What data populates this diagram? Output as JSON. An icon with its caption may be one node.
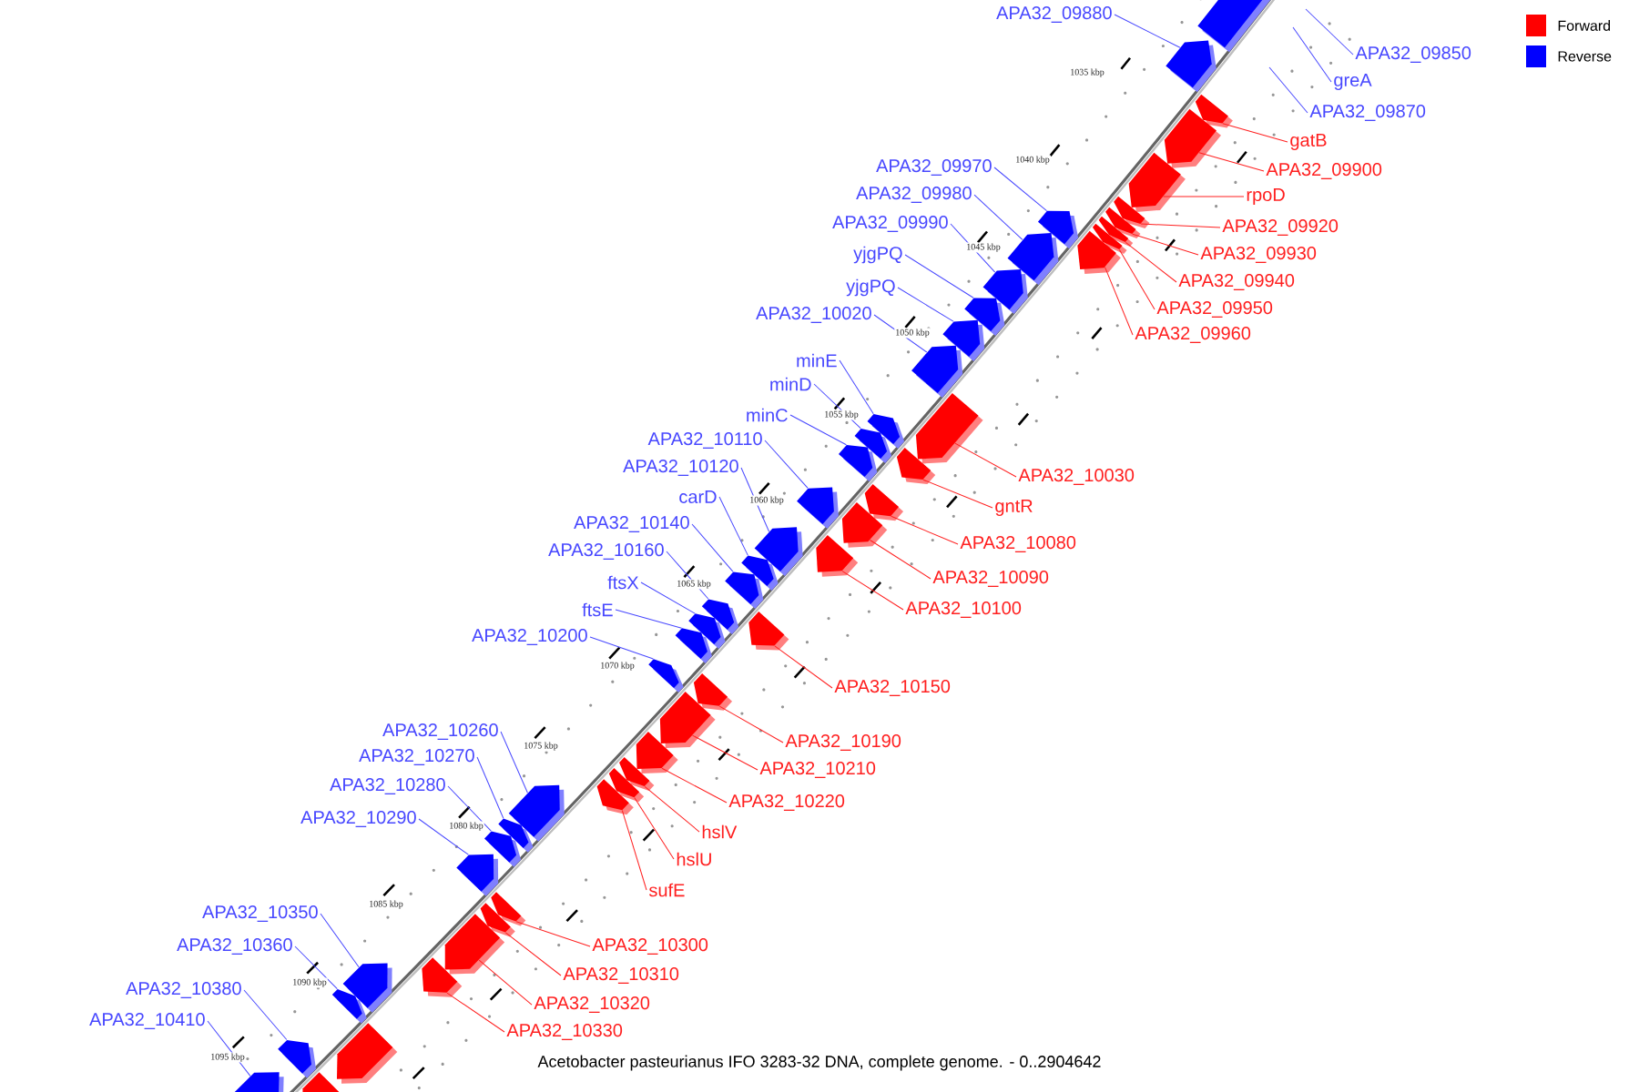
{
  "diagram": {
    "caption": "Acetobacter pasteurianus IFO 3283-32 DNA, complete genome. - 0..2904642",
    "nodes": [
      {
        "text": [
          "APA32_09880"
        ]
      },
      {
        "text": [
          "APA32_09850"
        ]
      },
      {
        "text": [
          "greA"
        ]
      },
      {
        "text": [
          "APA32_09870"
        ]
      },
      {
        "text": [
          "gatB"
        ]
      },
      {
        "text": [
          "APA32_09970"
        ]
      },
      {
        "text": [
          "APA32_09900"
        ]
      },
      {
        "text": [
          "APA32_09980"
        ]
      },
      {
        "text": [
          "rpoD"
        ]
      },
      {
        "text": [
          "APA32_09990"
        ]
      },
      {
        "text": [
          "APA32_09920"
        ]
      },
      {
        "text": [
          "yjgPQ"
        ]
      },
      {
        "text": [
          "APA32_09930"
        ]
      },
      {
        "text": [
          "APA32_09940"
        ]
      },
      {
        "text": [
          "yjgPQ"
        ]
      },
      {
        "text": [
          "APA32_09950"
        ]
      },
      {
        "text": [
          "APA32_10020"
        ]
      },
      {
        "text": [
          "APA32_09960"
        ]
      },
      {
        "text": [
          "minE"
        ]
      },
      {
        "text": [
          "minD"
        ]
      },
      {
        "text": [
          "minC"
        ]
      },
      {
        "text": [
          "APA32_10110"
        ]
      },
      {
        "text": [
          "APA32_10120"
        ]
      },
      {
        "text": [
          "APA32_10030"
        ]
      },
      {
        "text": [
          "carD"
        ]
      },
      {
        "text": [
          "gntR"
        ]
      },
      {
        "text": [
          "APA32_10140"
        ]
      },
      {
        "text": [
          "APA32_10080"
        ]
      },
      {
        "text": [
          "APA32_10160"
        ]
      },
      {
        "text": [
          "APA32_10090"
        ]
      },
      {
        "text": [
          "ftsX"
        ]
      },
      {
        "text": [
          "APA32_10100"
        ]
      },
      {
        "text": [
          "ftsE"
        ]
      },
      {
        "text": [
          "APA32_10200"
        ]
      },
      {
        "text": [
          "APA32_10150"
        ]
      },
      {
        "text": [
          "APA32_10260"
        ]
      },
      {
        "text": [
          "APA32_10190"
        ]
      },
      {
        "text": [
          "APA32_10270"
        ]
      },
      {
        "text": [
          "APA32_10210"
        ]
      },
      {
        "text": [
          "APA32_10280"
        ]
      },
      {
        "text": [
          "APA32_10220"
        ]
      },
      {
        "text": [
          "APA32_10290"
        ]
      },
      {
        "text": [
          "hslV"
        ]
      },
      {
        "text": [
          "hslU"
        ]
      },
      {
        "text": [
          "sufE"
        ]
      },
      {
        "text": [
          "APA32_10350"
        ]
      },
      {
        "text": [
          "APA32_10360"
        ]
      },
      {
        "text": [
          "APA32_10300"
        ]
      },
      {
        "text": [
          "APA32_10310"
        ]
      },
      {
        "text": [
          "APA32_10380"
        ]
      },
      {
        "text": [
          "APA32_10320"
        ]
      },
      {
        "text": [
          "APA32_10410"
        ]
      },
      {
        "text": [
          "APA32_10330"
        ]
      },
      {
        "text": [],
        "shape": "arrow"
      },
      {
        "text": [],
        "shape": "arrow"
      },
      {
        "text": [],
        "shape": "arrow"
      },
      {
        "text": [],
        "shape": "arrow"
      },
      {
        "text": [],
        "shape": "arrow"
      },
      {
        "text": [],
        "shape": "arrow"
      },
      {
        "text": [],
        "shape": "arrow"
      },
      {
        "text": [],
        "shape": "arrow"
      },
      {
        "text": [],
        "shape": "arrow"
      },
      {
        "text": [],
        "shape": "arrow"
      },
      {
        "text": [],
        "shape": "arrow"
      },
      {
        "text": [],
        "shape": "arrow"
      },
      {
        "text": [],
        "shape": "arrow"
      },
      {
        "text": [],
        "shape": "arrow"
      },
      {
        "text": [],
        "shape": "arrow"
      },
      {
        "text": [],
        "shape": "arrow"
      },
      {
        "text": [],
        "shape": "arrow"
      },
      {
        "text": [],
        "shape": "arrow"
      },
      {
        "text": [],
        "shape": "arrow"
      },
      {
        "text": [],
        "shape": "arrow"
      },
      {
        "text": [],
        "shape": "arrow"
      },
      {
        "text": [],
        "shape": "arrow"
      },
      {
        "text": [],
        "shape": "arrow"
      },
      {
        "text": [],
        "shape": "arrow"
      },
      {
        "text": [],
        "shape": "arrow"
      },
      {
        "text": [],
        "shape": "arrow"
      },
      {
        "text": [],
        "shape": "arrow"
      },
      {
        "text": [],
        "shape": "arrow"
      },
      {
        "text": [],
        "shape": "arrow"
      },
      {
        "text": [],
        "shape": "arrow"
      },
      {
        "text": [],
        "shape": "arrow"
      },
      {
        "text": [],
        "shape": "arrow"
      },
      {
        "text": [],
        "shape": "arrow"
      },
      {
        "text": [],
        "shape": "arrow"
      },
      {
        "text": [],
        "shape": "arrow"
      },
      {
        "text": [],
        "shape": "arrow"
      },
      {
        "text": [],
        "shape": "arrow"
      },
      {
        "text": [],
        "shape": "arrow"
      },
      {
        "text": [],
        "shape": "arrow"
      },
      {
        "text": [],
        "shape": "arrow"
      },
      {
        "text": [],
        "shape": "arrow"
      },
      {
        "text": [],
        "shape": "arrow"
      },
      {
        "text": [],
        "shape": "arrow"
      },
      {
        "text": [],
        "shape": "arrow"
      },
      {
        "text": [],
        "shape": "arrow"
      },
      {
        "text": [],
        "shape": "arrow"
      },
      {
        "text": [],
        "shape": "arrow"
      },
      {
        "text": [],
        "shape": "arrow"
      },
      {
        "text": [],
        "shape": "arrow"
      },
      {
        "text": [],
        "shape": "arrow"
      },
      {
        "text": [],
        "shape": "arrow"
      },
      {
        "text": [],
        "shape": "arrow"
      },
      {
        "text": [],
        "shape": "arrow"
      }
    ],
    "edges": [
      {
        "from": 0,
        "to": 54,
        "arrow": "none"
      },
      {
        "from": 1,
        "to": null,
        "arrow": "none"
      },
      {
        "from": 2,
        "to": null,
        "arrow": "none"
      },
      {
        "from": 3,
        "to": null,
        "arrow": "none"
      },
      {
        "from": 4,
        "to": 55,
        "arrow": "none",
        "color": "#ff2020"
      },
      {
        "from": 5,
        "to": 62,
        "arrow": "none"
      },
      {
        "from": 6,
        "to": 56,
        "arrow": "none",
        "color": "#ff2020"
      },
      {
        "from": 7,
        "to": 64,
        "arrow": "none"
      },
      {
        "from": 8,
        "to": 57,
        "arrow": "none",
        "color": "#ff2020"
      },
      {
        "from": 9,
        "to": 65,
        "arrow": "none"
      },
      {
        "from": 10,
        "to": 58,
        "arrow": "none",
        "color": "#ff2020"
      },
      {
        "from": 11,
        "to": 66,
        "arrow": "none"
      },
      {
        "from": 12,
        "to": 59,
        "arrow": "none",
        "color": "#ff2020"
      },
      {
        "from": 13,
        "to": 60,
        "arrow": "none",
        "color": "#ff2020"
      },
      {
        "from": 14,
        "to": 67,
        "arrow": "none"
      },
      {
        "from": 15,
        "to": 61,
        "arrow": "none",
        "color": "#ff2020"
      },
      {
        "from": 16,
        "to": 68,
        "arrow": "none"
      },
      {
        "from": 17,
        "to": 63,
        "arrow": "none",
        "color": "#ff2020"
      },
      {
        "from": 18,
        "to": 70,
        "arrow": "none"
      },
      {
        "from": 19,
        "to": 72,
        "arrow": "none"
      },
      {
        "from": 20,
        "to": 73,
        "arrow": "none"
      },
      {
        "from": 21,
        "to": 76,
        "arrow": "none"
      },
      {
        "from": 22,
        "to": 78,
        "arrow": "none"
      },
      {
        "from": 23,
        "to": 69,
        "arrow": "none",
        "color": "#ff2020"
      },
      {
        "from": 24,
        "to": 79,
        "arrow": "none"
      },
      {
        "from": 25,
        "to": 71,
        "arrow": "none",
        "color": "#ff2020"
      },
      {
        "from": 26,
        "to": 80,
        "arrow": "none"
      },
      {
        "from": 27,
        "to": 74,
        "arrow": "none",
        "color": "#ff2020"
      },
      {
        "from": 28,
        "to": 82,
        "arrow": "none"
      },
      {
        "from": 29,
        "to": 75,
        "arrow": "none",
        "color": "#ff2020"
      },
      {
        "from": 30,
        "to": 83,
        "arrow": "none"
      },
      {
        "from": 31,
        "to": 77,
        "arrow": "none",
        "color": "#ff2020"
      },
      {
        "from": 32,
        "to": 84,
        "arrow": "none"
      },
      {
        "from": 33,
        "to": 86,
        "arrow": "none"
      },
      {
        "from": 34,
        "to": 81,
        "arrow": "none",
        "color": "#ff2020"
      },
      {
        "from": 35,
        "to": 92,
        "arrow": "none"
      },
      {
        "from": 36,
        "to": 85,
        "arrow": "none",
        "color": "#ff2020"
      },
      {
        "from": 37,
        "to": 93,
        "arrow": "none"
      },
      {
        "from": 38,
        "to": 87,
        "arrow": "none",
        "color": "#ff2020"
      },
      {
        "from": 39,
        "to": 94,
        "arrow": "none"
      },
      {
        "from": 40,
        "to": 88,
        "arrow": "none",
        "color": "#ff2020"
      },
      {
        "from": 41,
        "to": 95,
        "arrow": "none"
      },
      {
        "from": 42,
        "to": 89,
        "arrow": "none",
        "color": "#ff2020"
      },
      {
        "from": 43,
        "to": 90,
        "arrow": "none",
        "color": "#ff2020"
      },
      {
        "from": 44,
        "to": 91,
        "arrow": "none",
        "color": "#ff2020"
      },
      {
        "from": 45,
        "to": 100,
        "arrow": "none"
      },
      {
        "from": 46,
        "to": 101,
        "arrow": "none"
      },
      {
        "from": 47,
        "to": 96,
        "arrow": "none",
        "color": "#ff2020"
      },
      {
        "from": 48,
        "to": 97,
        "arrow": "none",
        "color": "#ff2020"
      },
      {
        "from": 49,
        "to": 103,
        "arrow": "none"
      },
      {
        "from": 50,
        "to": 98,
        "arrow": "none",
        "color": "#ff2020"
      },
      {
        "from": 51,
        "to": 105,
        "arrow": "none"
      },
      {
        "from": 52,
        "to": 99,
        "arrow": "none",
        "color": "#ff2020"
      }
    ],
    "labels": [
      "1035 kbp",
      "1040 kbp",
      "1045 kbp",
      "1050 kbp",
      "1055 kbp",
      "1060 kbp",
      "1065 kbp",
      "1070 kbp",
      "1075 kbp",
      "1080 kbp",
      "1085 kbp",
      "1090 kbp",
      "1095 kbp"
    ],
    "legend": [
      {
        "text": "Forward",
        "color": "#ff0000"
      },
      {
        "text": "Reverse",
        "color": "#0000ff"
      }
    ]
  }
}
